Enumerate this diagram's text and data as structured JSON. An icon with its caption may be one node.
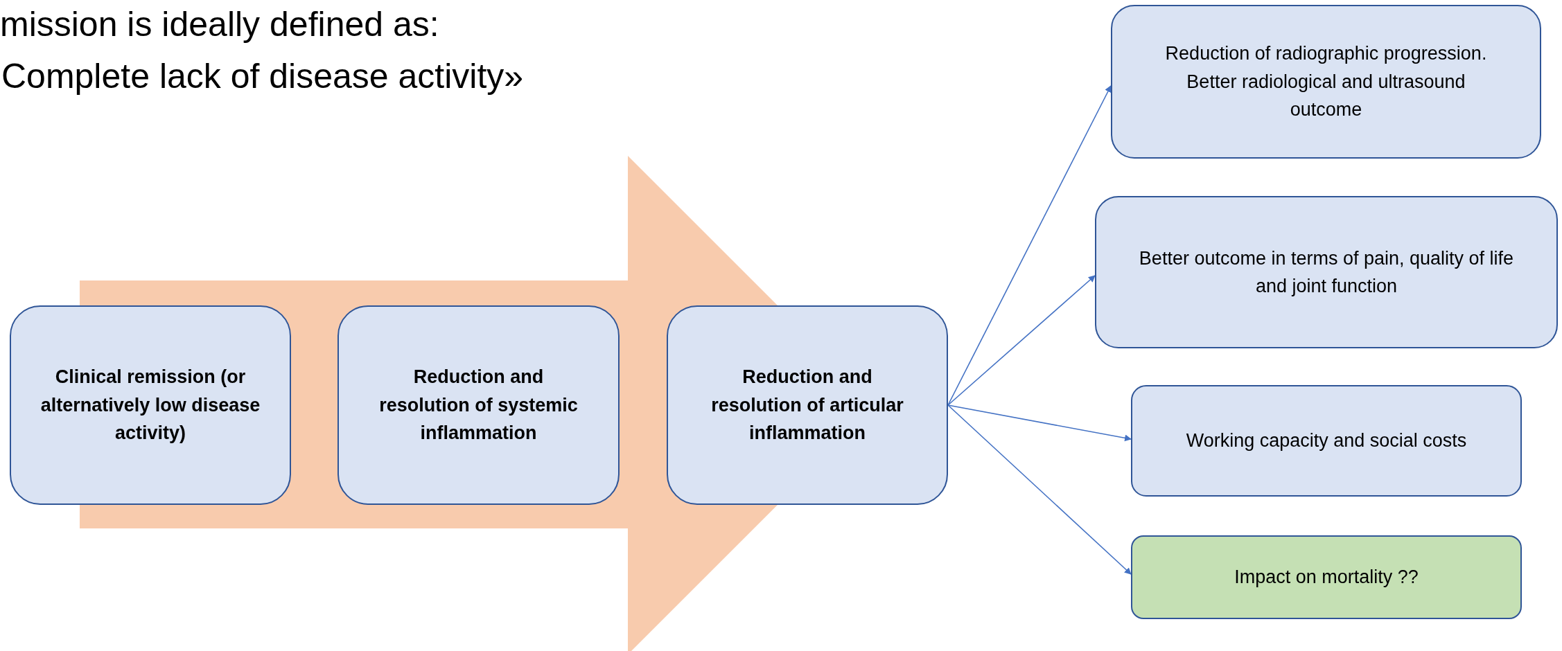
{
  "diagram": {
    "nodes": [
      {
        "text": [
          "Clinical remission (or alternatively low disease activity)"
        ]
      },
      {
        "text": [
          "Reduction and resolution of systemic inflammation"
        ]
      },
      {
        "text": [
          "Reduction and resolution of articular inflammation"
        ]
      },
      {
        "text": [
          "Reduction of radiographic progression. Better radiological and ultrasound outcome"
        ]
      },
      {
        "text": [
          "Better outcome in terms of pain, quality of life and joint function"
        ]
      },
      {
        "text": [
          "Working capacity and social costs"
        ]
      },
      {
        "text": [
          "Impact on mortality ??"
        ]
      }
    ],
    "edges": [
      {
        "from": 0,
        "to": 2,
        "arrow": "to",
        "style": "thick",
        "color": "#f8cbad"
      },
      {
        "from": 2,
        "to": 3,
        "arrow": "to"
      },
      {
        "from": 2,
        "to": 4,
        "arrow": "to"
      },
      {
        "from": 2,
        "to": 5,
        "arrow": "to"
      },
      {
        "from": 2,
        "to": 6,
        "arrow": "to"
      }
    ],
    "labels": [
      "mission is ideally defined as:",
      "Complete lack of disease activity»"
    ]
  }
}
